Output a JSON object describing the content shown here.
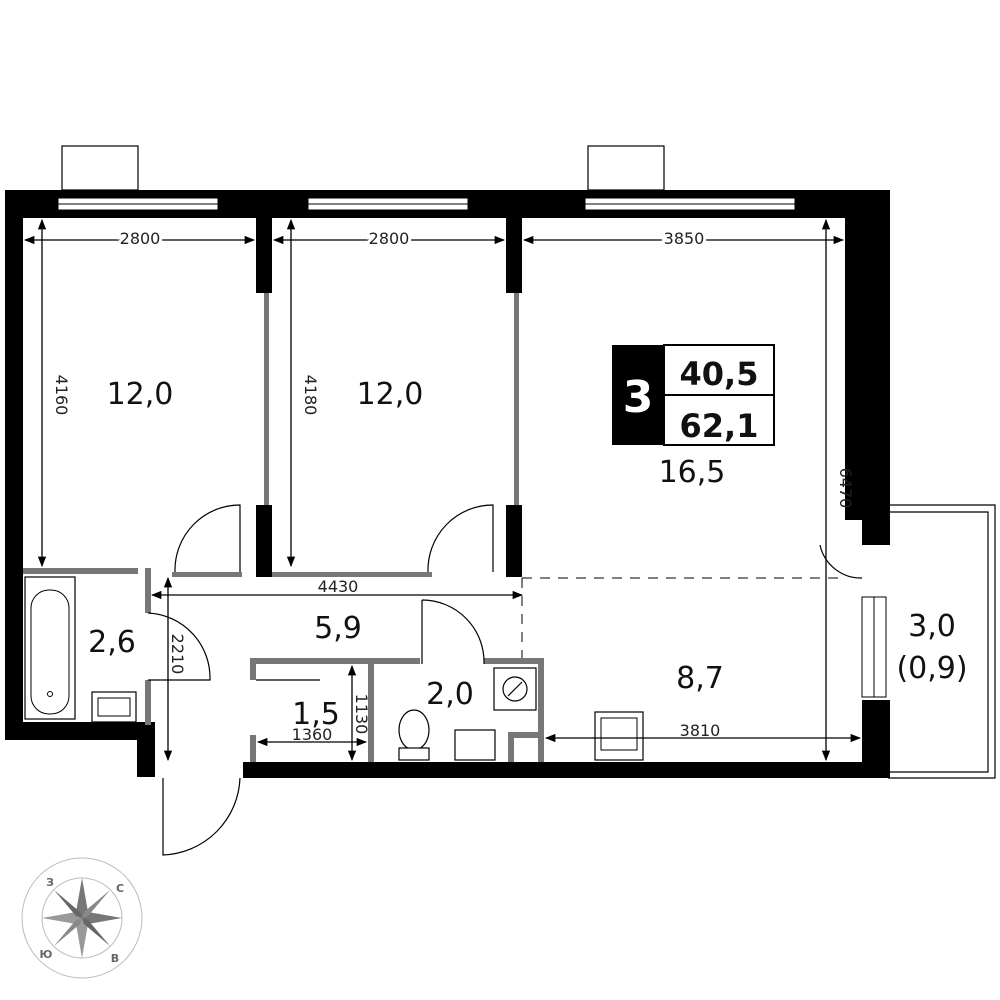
{
  "apartment": {
    "rooms_label": "3",
    "living_area": "40,5",
    "total_area": "62,1"
  },
  "rooms": {
    "bedroom_left": "12,0",
    "bedroom_middle": "12,0",
    "living_room": "16,5",
    "kitchen": "8,7",
    "hallway": "5,9",
    "bathroom": "2,6",
    "closet": "1,5",
    "toilet": "2,0",
    "balcony": "3,0",
    "balcony_reduced": "(0,9)"
  },
  "dimensions": {
    "w1": "2800",
    "w2": "2800",
    "w3": "3850",
    "h1": "4160",
    "h2": "4180",
    "h3": "6470",
    "hall_w": "4430",
    "hall_h": "2210",
    "closet_w": "1360",
    "closet_h": "1130",
    "kitchen_w": "3810"
  },
  "compass": {
    "n": "С",
    "s": "Ю",
    "e": "В",
    "w": "З"
  }
}
